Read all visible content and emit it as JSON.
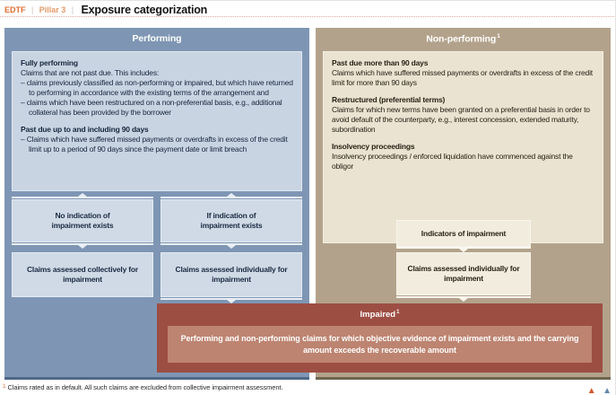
{
  "header": {
    "brand": "EDTF",
    "divider": "|",
    "section": "Pillar 3",
    "title": "Exposure categorization"
  },
  "performing": {
    "title": "Performing",
    "info": {
      "s1_heading": "Fully performing",
      "s1_intro": "Claims that are not past due. This includes:",
      "s1_bullet1": "– claims previously classified as non-performing or impaired, but which have returned to performing in accordance with the existing terms of the arrangement and",
      "s1_bullet2": "– claims which have been restructured on a non-preferential basis, e.g., additional collateral has been provided by the borrower",
      "s2_heading": "Past due up to and including 90 days",
      "s2_bullet1": "– Claims which have suffered missed payments or overdrafts in excess of the credit limit up to a period of 90 days since the payment date or limit breach"
    },
    "node_no_indication": "No indication of impairment exists",
    "node_if_indication": "If indication of impairment exists",
    "node_collective": "Claims assessed collectively for impairment",
    "node_individual": "Claims assessed individually for impairment"
  },
  "nonperforming": {
    "title": "Non-performing",
    "title_sup": "1",
    "info": {
      "s1_heading": "Past due more than 90 days",
      "s1_text": "Claims which have suffered missed payments or overdrafts in excess of the credit limit for more than 90 days",
      "s2_heading": "Restructured (preferential terms)",
      "s2_text": "Claims for which new terms have been granted on a preferential basis in order to avoid default of the counterparty, e.g., interest concession, extended maturity, subordination",
      "s3_heading": "Insolvency proceedings",
      "s3_text": "Insolvency proceedings / enforced liquidation have commenced against the obligor"
    },
    "node_indicators": "Indicators of impairment",
    "node_individual": "Claims assessed individually for impairment"
  },
  "impaired": {
    "title": "Impaired",
    "title_sup": "1",
    "body": "Performing and non-performing claims for which objective evidence of impairment exists and the carrying amount exceeds the recoverable amount"
  },
  "footnote": {
    "sup": "1",
    "text": "Claims rated as in default. All such claims are excluded from collective impairment assessment."
  },
  "nav": {
    "prev_icon": "▲",
    "next_icon": "▲"
  },
  "colors": {
    "brand_orange": "#de6e2e",
    "performing_bg": "#7e96b4",
    "performing_box_bg": "#c9d4e3",
    "performing_node_bg": "#d0dae7",
    "nonperforming_bg": "#b3a28b",
    "nonperforming_box_bg": "#eae3d1",
    "nonperforming_node_bg": "#f1ecdd",
    "impaired_bg": "#9d4e43",
    "impaired_inner_bg": "#bd8471",
    "nav_prev": "#d2572e",
    "nav_next": "#6188ab"
  }
}
